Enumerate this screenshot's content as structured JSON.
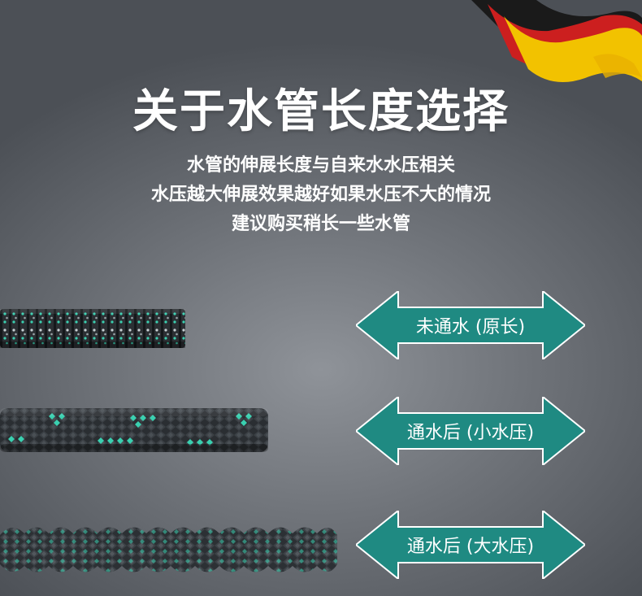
{
  "title": "关于水管长度选择",
  "subtitle_lines": [
    "水管的伸展长度与自来水水压相关",
    "水压越大伸展效果越好如果水压不大的情况",
    "建议购买稍长一些水管"
  ],
  "states": [
    {
      "label": "未通水 (原长)"
    },
    {
      "label": "通水后 (小水压)"
    },
    {
      "label": "通水后 (大水压)"
    }
  ],
  "colors": {
    "arrow": "#1f8a82",
    "accent_weave": "#3ad0b0",
    "hose_base": "#262a2e"
  }
}
